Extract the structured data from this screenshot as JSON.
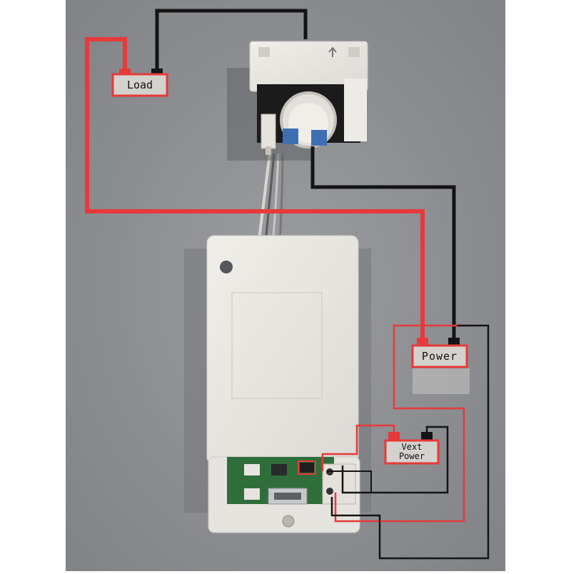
{
  "labels": {
    "load": "Load",
    "power": "Power",
    "vext_line1": "Vext",
    "vext_line2": "Power"
  },
  "colors": {
    "background": "#ffffff",
    "surface": "#8e9094",
    "wire_positive": "#e8393a",
    "wire_negative": "#141414",
    "module_body": "#e9e7e1",
    "sensor_body": "#f1f0ec",
    "pcb_green": "#2f6e3b",
    "terminal_blue": "#3f6fb3"
  }
}
